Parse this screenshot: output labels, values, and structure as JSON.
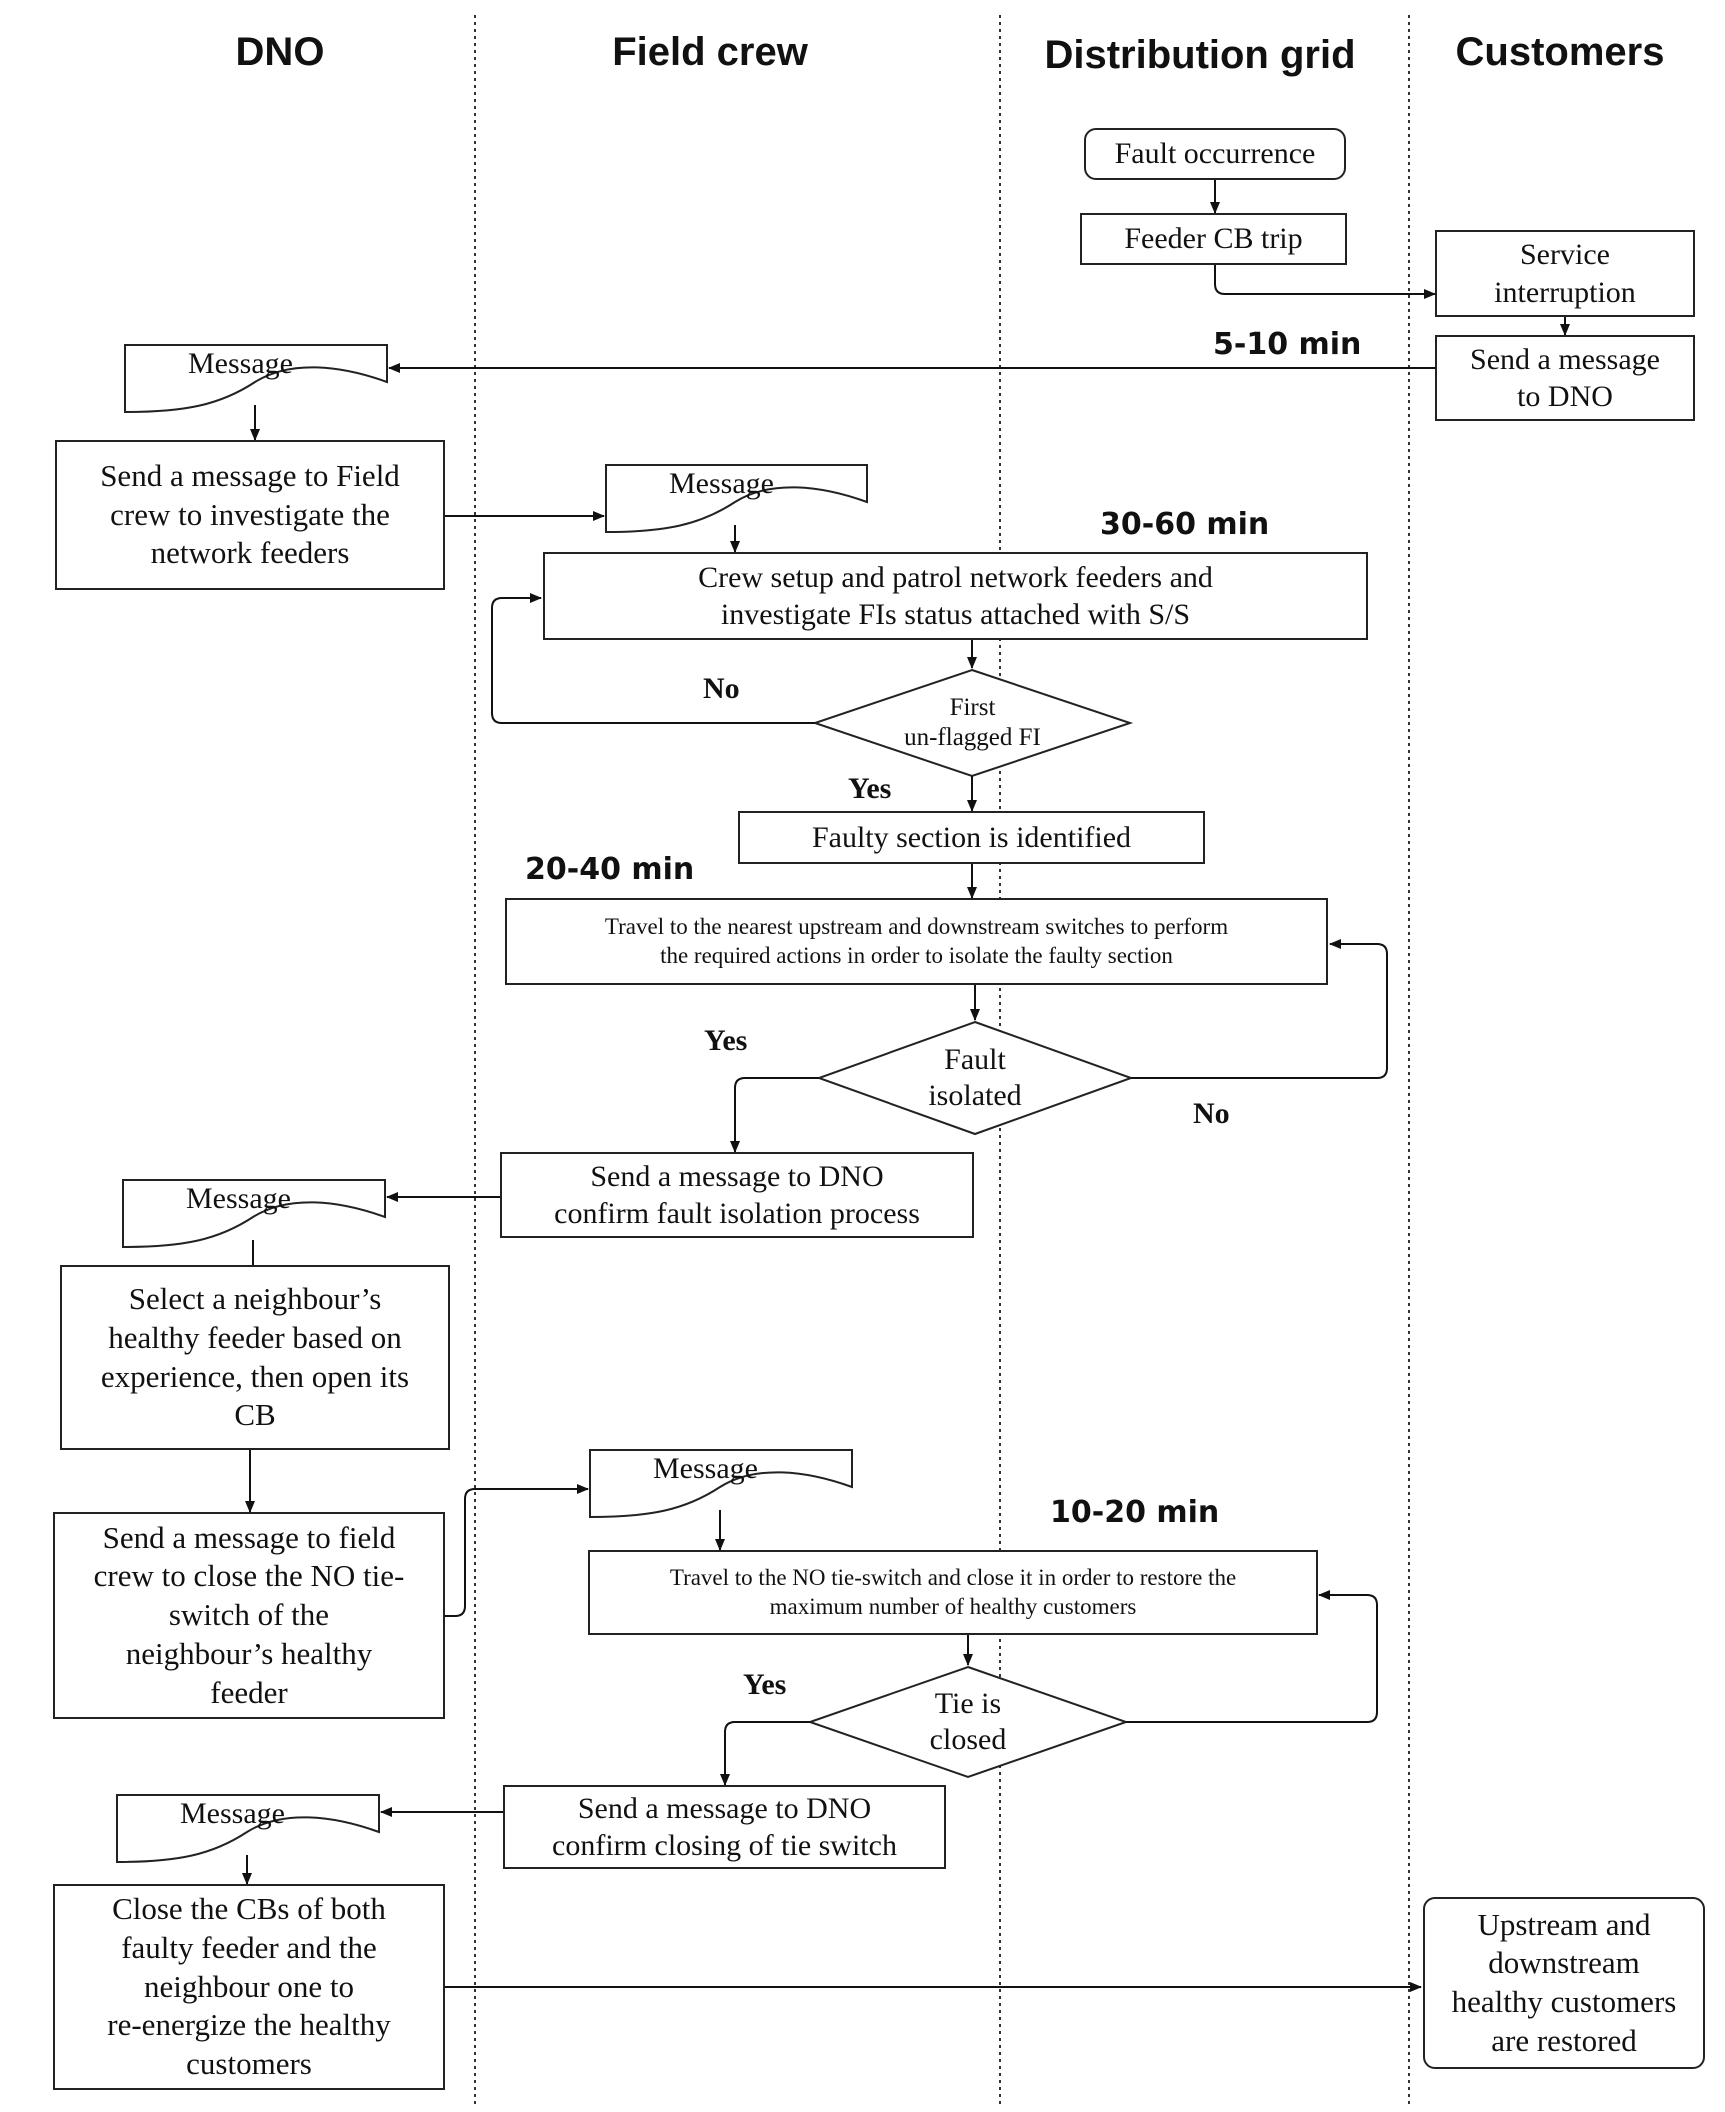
{
  "lanes": {
    "dno": "DNO",
    "field_crew": "Field crew",
    "distribution_grid": "Distribution grid",
    "customers": "Customers"
  },
  "grid": {
    "fault_occurrence": "Fault occurrence",
    "feeder_cb_trip": "Feeder CB trip"
  },
  "customers": {
    "service_interruption": "Service\ninterruption",
    "send_message_to_dno": "Send a message\nto DNO",
    "restored": "Upstream and\ndownstream\nhealthy customers\nare restored"
  },
  "dno": {
    "message_1": "Message",
    "send_to_field_crew": "Send a message to Field\ncrew to investigate the\nnetwork feeders",
    "message_2": "Message",
    "select_feeder": "Select a neighbour’s\nhealthy feeder based on\nexperience, then open its\nCB",
    "send_close_tie": "Send a message to field\ncrew to close the NO tie-\nswitch of the\nneighbour’s healthy\nfeeder",
    "message_3": "Message",
    "close_cbs": "Close the CBs of both\nfaulty feeder and the\nneighbour one to\nre-energize the healthy\ncustomers"
  },
  "field_crew": {
    "message_1": "Message",
    "patrol": "Crew setup  and  patrol network feeders and\ninvestigate FIs status attached with S/S",
    "decision_first_fi": "First\nun-flagged  FI",
    "faulty_identified": "Faulty section is identified",
    "travel_isolate": "Travel to the nearest upstream and downstream switches to perform\nthe required actions in order to isolate the faulty section",
    "decision_isolated": "Fault\nisolated",
    "confirm_isolation": "Send a message to DNO\nconfirm fault isolation process",
    "message_2": "Message",
    "travel_tie": "Travel to the NO tie-switch and close it in order to restore the\nmaximum number of healthy customers",
    "decision_tie": "Tie is\nclosed",
    "confirm_tie": "Send a message to DNO\nconfirm closing of tie switch"
  },
  "labels": {
    "no_1": "No",
    "yes_1": "Yes",
    "yes_2": "Yes",
    "no_2": "No",
    "yes_3": "Yes"
  },
  "times": {
    "t1": "5-10 min",
    "t2": "30-60 min",
    "t3": "20-40 min",
    "t4": "10-20 min"
  }
}
